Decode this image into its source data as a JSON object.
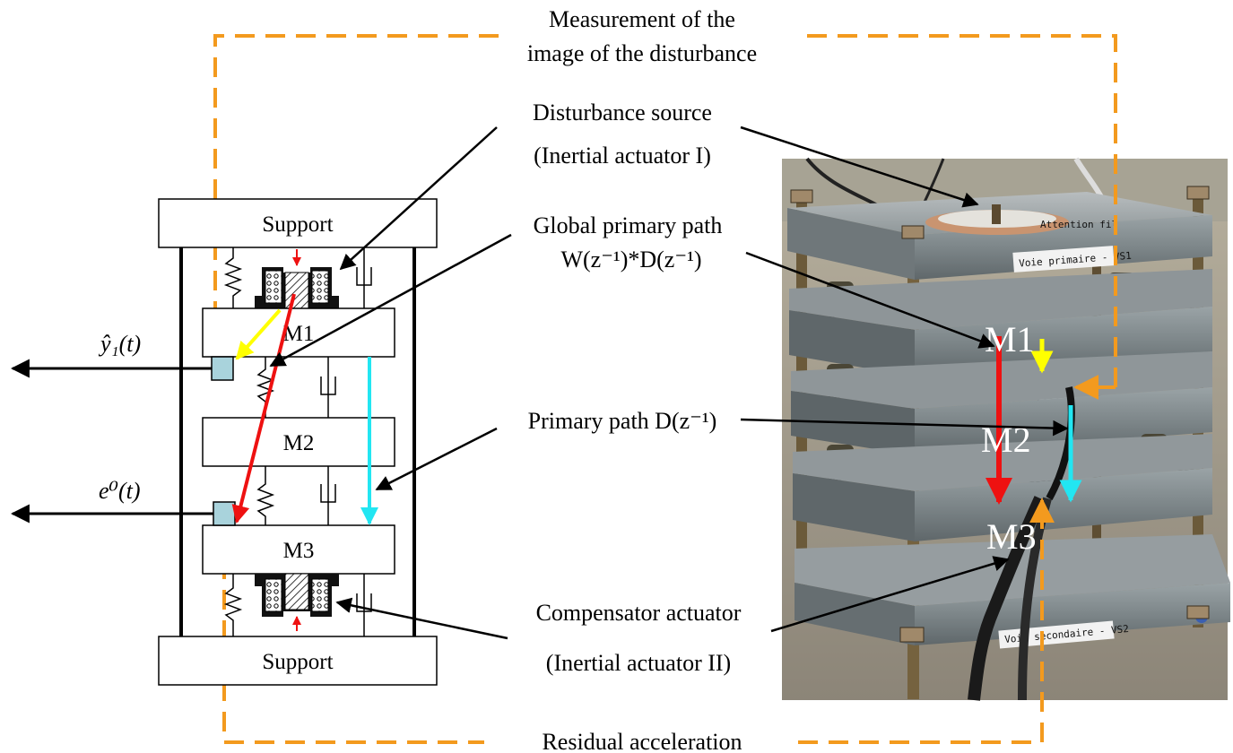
{
  "labels": {
    "measurement": [
      "Measurement of the",
      "image of the disturbance"
    ],
    "disturbance": [
      "Disturbance source",
      "(Inertial actuator I)"
    ],
    "global_path": [
      "Global primary path",
      "W(z⁻¹)*D(z⁻¹)"
    ],
    "primary_path": "Primary path D(z⁻¹)",
    "compensator": [
      "Compensator actuator",
      "(Inertial actuator II)"
    ],
    "residual": "Residual acceleration"
  },
  "diagram": {
    "support_top": "Support",
    "support_bottom": "Support",
    "m1": "M1",
    "m2": "M2",
    "m3": "M3",
    "y1_hat": "ŷ₁(t)",
    "e0": "e⁰(t)"
  },
  "photo": {
    "m1": "M1",
    "m2": "M2",
    "m3": "M3",
    "plate_top": "Voie primaire - VS1",
    "plate_bottom": "Voie secondaire - VS2",
    "sticker": "Attention fil"
  },
  "colors": {
    "dashed": "#f39a1e",
    "red": "#ee1111",
    "yellow": "#ffff00",
    "cyan": "#22e6f2",
    "sensor": "#a9d3dc"
  }
}
